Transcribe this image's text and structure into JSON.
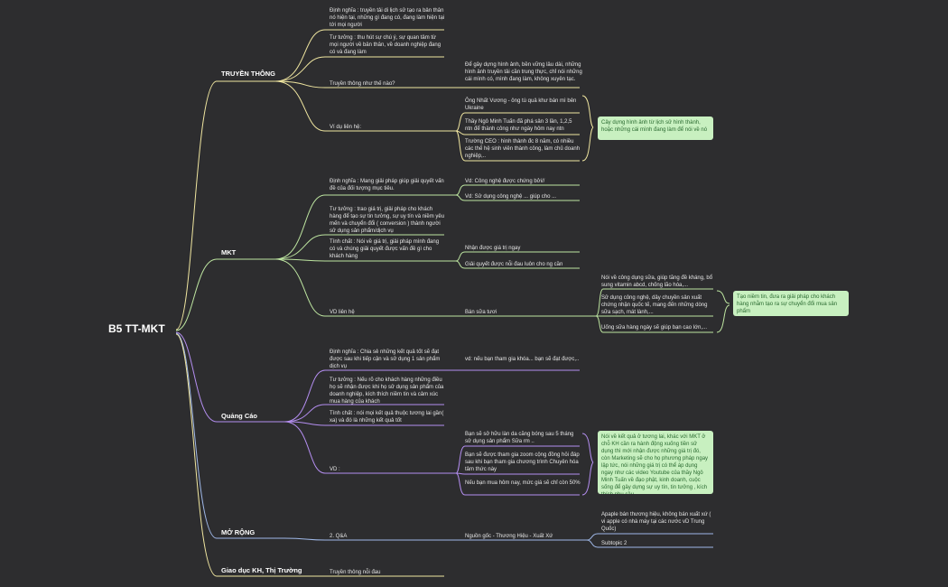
{
  "root": "B5 TT-MKT",
  "branches": {
    "tt": "TRUYỀN THÔNG",
    "mkt": "MKT",
    "qc": "Quảng Cáo",
    "mr": "MỞ RỘNG",
    "gd": "Giao dục KH, Thị Trường"
  },
  "tt": {
    "dinh_nghia": "Định nghĩa : truyền tải di lịch sử tạo ra bản thân nó hiện tại, những gì đang có, đang làm hiện tại tới mọi người",
    "tu_tuong": "Tư tưởng : thu hút sự chú ý, sự quan tâm từ mọi người về bản thân, về doanh nghiệp đang có và đang làm",
    "nhu_the_nao": "Truyền thông như thế nào?",
    "nhu_the_nao_ans": "Để gây dựng hình ảnh, bền vững lâu dài, những hình ảnh truyền tải cần trung thực, chỉ nói những cái mình có, mình đang làm, không xuyên tạc.",
    "vi_du": "Ví dụ liên hệ:",
    "vd1": "Ông Nhất Vương - ông tù quả khư bán mì bên Ukraine",
    "vd2": "Thầy Ngô Minh Tuấn đã phá sản 3 lần, 1,2,5 ntn để thành công như ngày hôm nay ntn",
    "vd3": "Trường CEO : hình thành đc 8 năm, có nhiều các thế hệ sinh viên thành công, làm chủ doanh nghiệp,..",
    "note": "Cây dựng hình ảnh từ lịch sử hình thành, hoặc những cái mình đang làm để nói về nó"
  },
  "mkt": {
    "dinh_nghia": "Định nghĩa : Mang giải pháp giúp giải quyết vấn đề của đối tượng mục tiêu.",
    "vd_a": "Vd: Công nghệ được chứng bởi//",
    "vd_b": "Vd: Sử dụng công nghệ ... giúp cho ...",
    "tu_tuong": "Tư tưởng : trao giá trị, giải pháp cho khách hàng để tạo sự tin tưởng, sự uy tín và niềm yêu mến và chuyển đổi ( conversion ) thành người sử dụng sản phẩm/dịch vụ",
    "tinh_chat": "Tính chất : Nói về giá trị, giải pháp mình đang có và chúng giải quyết được vấn đề gì cho khách hàng",
    "tc_a": "Nhận được giá trị ngay",
    "tc_b": "Giải quyết được nỗi đau luôn cho ng cần",
    "vd": "VD liên hệ",
    "vd_sub": "Bán sữa tươi",
    "s1": "Nói về công dụng sữa, giúp tăng đề kháng, bổ sung vitamin abcd, chống lão hóa,...",
    "s2": "Sử dụng công nghệ, dây chuyền sản xuất chứng nhận quốc tế, mang đến những dòng sữa sạch, mát lành,...",
    "s3": "Uống sữa hàng ngày sẽ giúp bạn cao lớn,...",
    "note": "Tạo niềm tin, đưa ra giải pháp cho khách hàng nhằm tạo ra sự chuyển đổi mua sản phẩm"
  },
  "qc": {
    "dinh_nghia": "Định nghĩa : Chia sẻ những kết quả tốt sẽ đạt được sau khi tiếp cận và sử dụng 1 sản phẩm dịch vụ",
    "dn_sub": "vd: nếu bạn tham gia khóa... bạn sẽ đạt được,..",
    "tu_tuong": "Tư tưởng : Nếu rõ cho khách hàng những điều họ sẽ nhận được khi họ sử dụng sản phẩm của doanh nghiệp, kích thích niềm tin và cảm xúc mua hàng của khách",
    "tinh_chat": "Tính chất : nói mọi kết quả thuộc tương lai gần( xa) và đó là những kết quả tốt",
    "vd": "VD :",
    "v1": "Bạn sẽ sở hữu làn da căng bóng sau 5 tháng sử dụng sản phẩm Sữa rm ..",
    "v2": "Bạn sẽ được tham gia zoom cộng đồng hỏi đáp sau khi bạn tham gia chương trình Chuyên hóa tâm thức này",
    "v3": "Nếu bạn mua hôm nay, mức giá sẽ chỉ còn 50%",
    "note": "Nói về kết quả ở tương lai, khác với MKT ở chỗ KH cần ra hành động xuống tiền sử dụng thì mới nhận được những giá trị đó, còn Marketing sẽ cho họ phương pháp ngay lập tức, nói những giá trị có thể áp dụng ngay như các video Youtube của thầy Ngô Minh Tuấn về đạo phật, kinh doanh, cuộc sống để gây dựng sự uy tín, tin tưởng , kích thích nhu cầu"
  },
  "mr": {
    "qa": "2. Q&A",
    "qa_sub": "Nguồn gốc - Thương Hiệu - Xuất Xứ",
    "a1": "Apaple bán thương hiệu, không bán xuất xứ ( vi apple có nhà máy tại các nước vD Trung Quốc)",
    "a2": "Subtopic 2"
  },
  "gd": {
    "sub": "Truyền thông nỗi đau"
  },
  "colors": {
    "tt": "#f0e6a0",
    "mkt": "#bde5a0",
    "qc": "#b48ef0",
    "mr": "#9fb8e8",
    "gd": "#f0e6a0",
    "note_bg": "#c8f0c0"
  }
}
